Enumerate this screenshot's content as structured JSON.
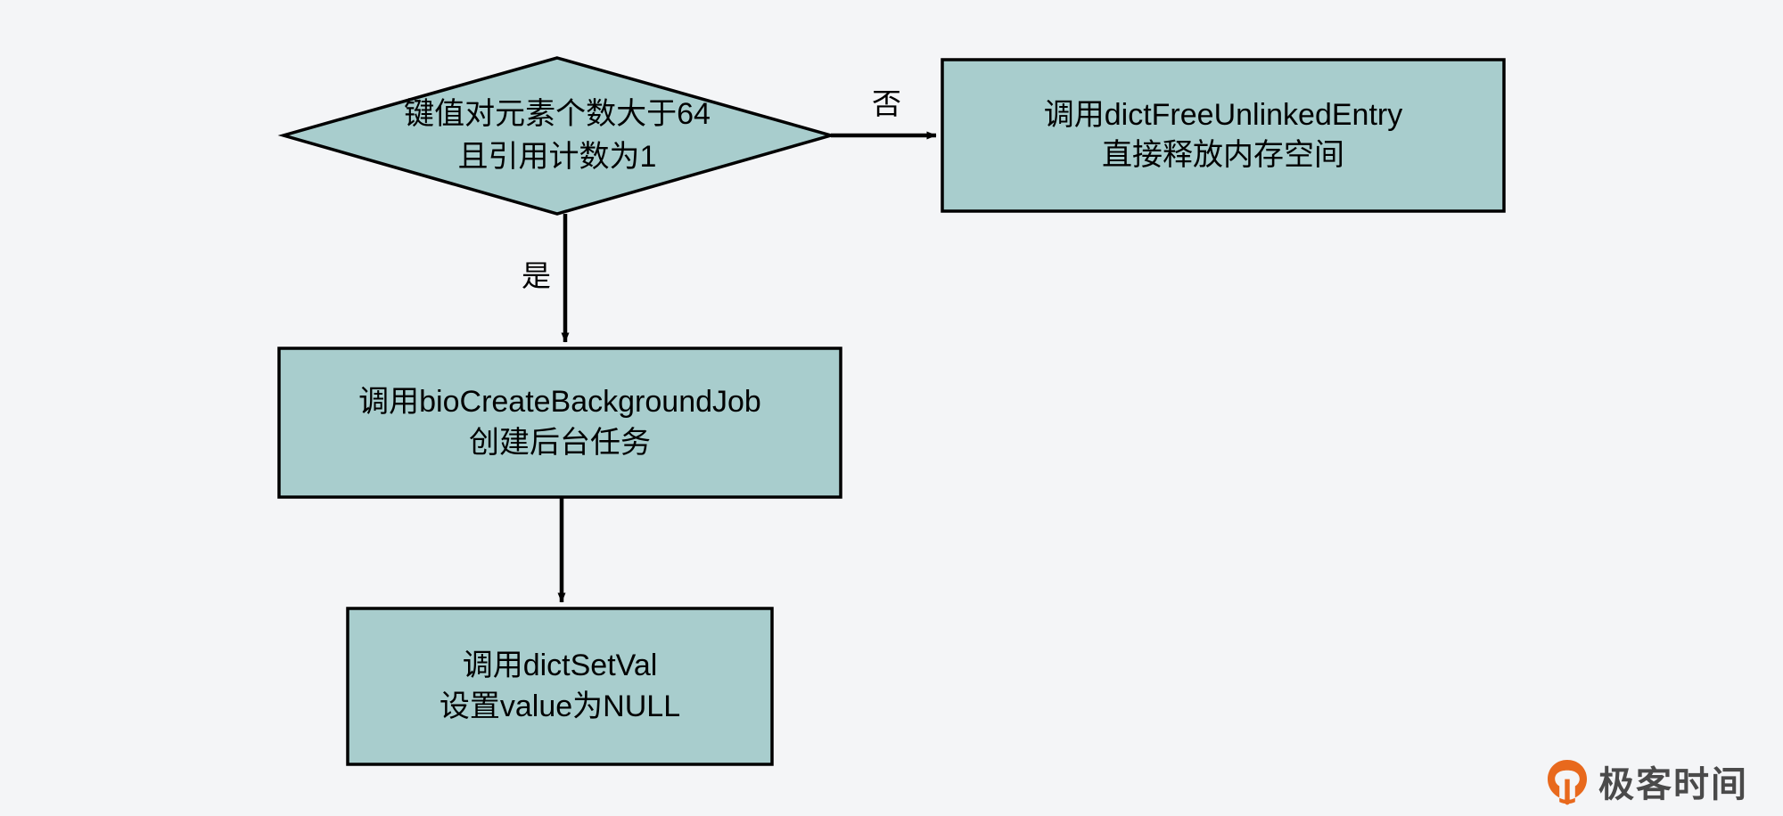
{
  "diagram": {
    "title": "Redis dict entry release flowchart",
    "background_color": "#f4f5f7",
    "node_fill_color": "#a8cdcd",
    "node_border_color": "#000000",
    "edge_color": "#000000",
    "nodes": {
      "decision": {
        "shape": "diamond",
        "line1": "键值对元素个数大于64",
        "line2": "且引用计数为1"
      },
      "free_entry": {
        "shape": "rectangle",
        "line1": "调用dictFreeUnlinkedEntry",
        "line2": "直接释放内存空间"
      },
      "bg_job": {
        "shape": "rectangle",
        "line1": "调用bioCreateBackgroundJob",
        "line2": "创建后台任务"
      },
      "set_val": {
        "shape": "rectangle",
        "line1": "调用dictSetVal",
        "line2": "设置value为NULL"
      }
    },
    "edges": {
      "no_branch": {
        "label": "否",
        "from": "decision",
        "to": "free_entry",
        "direction": "right"
      },
      "yes_branch": {
        "label": "是",
        "from": "decision",
        "to": "bg_job",
        "direction": "down"
      },
      "bg_to_setval": {
        "label": "",
        "from": "bg_job",
        "to": "set_val",
        "direction": "down"
      }
    }
  },
  "watermark": {
    "text": "极客时间",
    "logo_color": "#e8691d",
    "text_color": "#4a4a4a"
  }
}
